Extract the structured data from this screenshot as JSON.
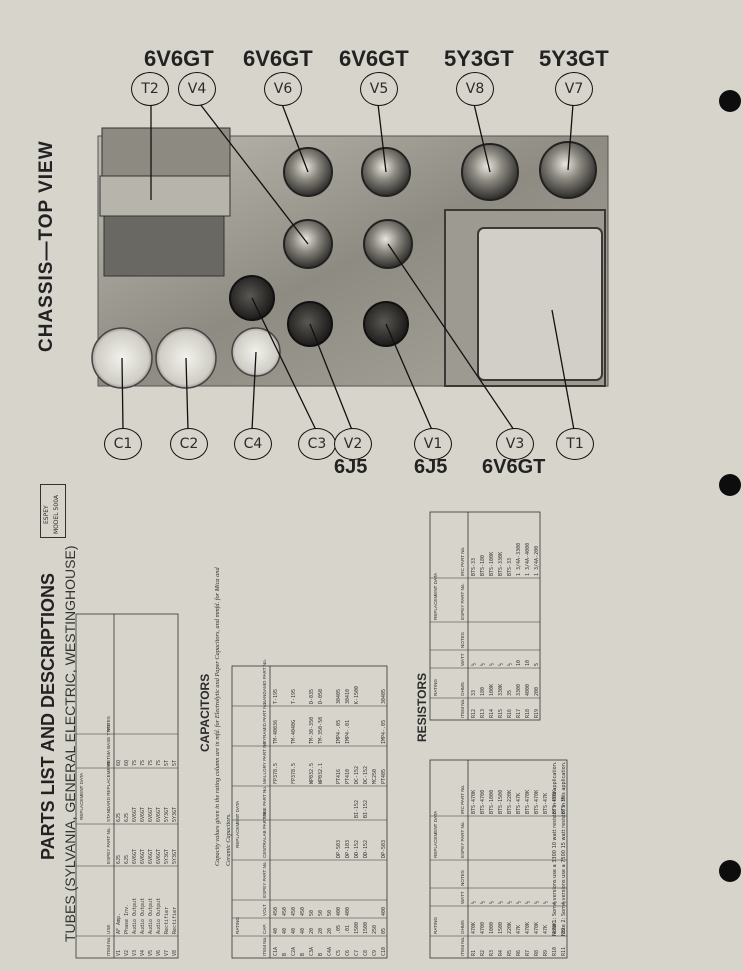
{
  "chassis": {
    "title": "CHASSIS—TOP VIEW",
    "top_labels": [
      "6V6GT",
      "6V6GT",
      "6V6GT",
      "5Y3GT",
      "5Y3GT"
    ],
    "top_callouts": [
      "T2",
      "V4",
      "V6",
      "V5",
      "V8",
      "V7"
    ],
    "bottom_callouts": [
      "C1",
      "C2",
      "C4",
      "C3",
      "V2",
      "V1",
      "V3",
      "T1"
    ],
    "bottom_labels": [
      "6J5",
      "6J5",
      "6V6GT"
    ]
  },
  "parts": {
    "title": "PARTS LIST AND DESCRIPTIONS",
    "tubes_heading": "TUBES (SYLVANIA, GENERAL ELECTRIC, WESTINGHOUSE)",
    "model_label_line1": "ESPEY",
    "model_label_line2": "MODEL 500A",
    "tubes": {
      "headers": [
        "ITEM No.",
        "USE",
        "ESPEY PART No.",
        "STANDARD REPLACEMENT",
        "RETMA BASE TYPE",
        "NOTES"
      ],
      "replacement_header": "REPLACEMENT DATA",
      "rows": [
        [
          "V1",
          "AF Amp.",
          "6J5",
          "6J5",
          "6Q",
          ""
        ],
        [
          "V2",
          "Phase Inv.",
          "6J5",
          "6J5",
          "6Q",
          ""
        ],
        [
          "V3",
          "Audio Output",
          "6V6GT",
          "6V6GT",
          "7S",
          ""
        ],
        [
          "V4",
          "Audio Output",
          "6V6GT",
          "6V6GT",
          "7S",
          ""
        ],
        [
          "V5",
          "Audio Output",
          "6V6GT",
          "6V6GT",
          "7S",
          ""
        ],
        [
          "V6",
          "Audio Output",
          "6V6GT",
          "6V6GT",
          "7S",
          ""
        ],
        [
          "V7",
          "Rectifier",
          "5Y3GT",
          "5Y3GT",
          "5T",
          ""
        ],
        [
          "V8",
          "Rectifier",
          "5Y3GT",
          "5Y3GT",
          "5T",
          ""
        ]
      ]
    },
    "capacitors": {
      "title": "CAPACITORS",
      "note": "Capacity values given in the rating column are in mfd. for Electrolytic and Paper Capacitors, and mmfd. for Mica and Ceramic Capacitors.",
      "headers": [
        "ITEM No.",
        "CAP.",
        "VOLT",
        "ESPEY PART No.",
        "CENTRALAB PART No.",
        "ERIE PART No.",
        "MALLORY PART No.",
        "PYRAMID PART No.",
        "SANGAMO PART No."
      ],
      "rating_header": "RATING",
      "replacement_header": "REPLACEMENT DATA",
      "rows": [
        [
          "C1A",
          "40",
          "450",
          "",
          "",
          "",
          "FP378.5",
          "TM-40036",
          "T-195"
        ],
        [
          "B",
          "40",
          "450",
          "",
          "",
          "",
          "",
          "",
          ""
        ],
        [
          "C2A",
          "40",
          "450",
          "",
          "",
          "",
          "FP378.5",
          "TM-4040G",
          "T-195"
        ],
        [
          "B",
          "40",
          "450",
          "",
          "",
          "",
          "",
          "",
          ""
        ],
        [
          "C3A",
          "20",
          "50",
          "",
          "",
          "",
          "WP032.5",
          "TM-30-350",
          "D-035"
        ],
        [
          "B",
          "20",
          "50",
          "",
          "",
          "",
          "WP032.1",
          "TM-350-50",
          "D-050"
        ],
        [
          "C4A",
          "20",
          "50",
          "",
          "",
          "",
          "",
          "",
          ""
        ],
        [
          "C5",
          ".05",
          "400",
          "",
          "DP-503",
          "",
          "PT416",
          "IMP4-.05",
          "30405"
        ],
        [
          "C6",
          ".01",
          "400",
          "",
          "DP-103",
          "",
          "PT410",
          "IMP4-.01",
          "30410"
        ],
        [
          "C7",
          "1500",
          "",
          "",
          "DD-152",
          "BI-152",
          "DC-152",
          "",
          "K-1500"
        ],
        [
          "C8",
          "1500",
          "",
          "",
          "DD-152",
          "BI-152",
          "DC-152",
          "",
          ""
        ],
        [
          "C9",
          "250",
          "",
          "",
          "",
          "",
          "MC250",
          "",
          ""
        ],
        [
          "C10",
          "05",
          "400",
          "",
          "DP-503",
          "",
          "PT405",
          "IMP4-.05",
          "30405"
        ]
      ]
    },
    "resistors": {
      "title": "RESISTORS",
      "headers": [
        "ITEM No.",
        "OHMS",
        "WATT",
        "NOTES",
        "ESPEY PART No.",
        "IRC PART No."
      ],
      "rating_header": "RATING",
      "replacement_header": "REPLACEMENT DATA",
      "left_rows": [
        [
          "R1",
          "470K",
          "½",
          "",
          "",
          "BTS-470K"
        ],
        [
          "R2",
          "4700",
          "½",
          "",
          "",
          "BTS-4700"
        ],
        [
          "R3",
          "1000",
          "½",
          "",
          "",
          "BTS-1000"
        ],
        [
          "R4",
          "1500",
          "½",
          "",
          "",
          "BTS-1500"
        ],
        [
          "R5",
          "220K",
          "½",
          "",
          "",
          "BTS-220K"
        ],
        [
          "R6",
          "47K",
          "½",
          "",
          "",
          "BTS-47K"
        ],
        [
          "R7",
          "470K",
          "½",
          "",
          "",
          "BTS-470K"
        ],
        [
          "R8",
          "470K",
          "½",
          "",
          "",
          "BTS-470K"
        ],
        [
          "R9",
          "47K",
          "½",
          "",
          "",
          "BTS-47K"
        ],
        [
          "R10",
          "470K",
          "½",
          "",
          "",
          "BTS-470K"
        ],
        [
          "R11",
          "39",
          "½",
          "",
          "",
          "BTS-39"
        ]
      ],
      "right_rows": [
        [
          "R12",
          "33",
          "½",
          "",
          "",
          "BTS-33"
        ],
        [
          "R13",
          "180",
          "½",
          "",
          "",
          "BTS-180"
        ],
        [
          "R14",
          "100K",
          "½",
          "",
          "",
          "BTS-100K"
        ],
        [
          "R15",
          "330K",
          "½",
          "",
          "",
          "BTS-330K"
        ],
        [
          "R16",
          "35",
          "½",
          "",
          "",
          "BTS-33"
        ],
        [
          "R17",
          "3300",
          "10",
          "",
          "",
          "1 3/4A-3300"
        ],
        [
          "R18",
          "4000",
          "10",
          "",
          "",
          "1 3/4A-4000"
        ],
        [
          "R19",
          "200",
          "5",
          "",
          "",
          "1 3/4A-200"
        ]
      ],
      "notes": [
        "Note 1: Some versions use a 3300 10 watt resistor in this application.",
        "Note 2: Some versions use a 7500 15 watt resistor in this application."
      ]
    }
  }
}
